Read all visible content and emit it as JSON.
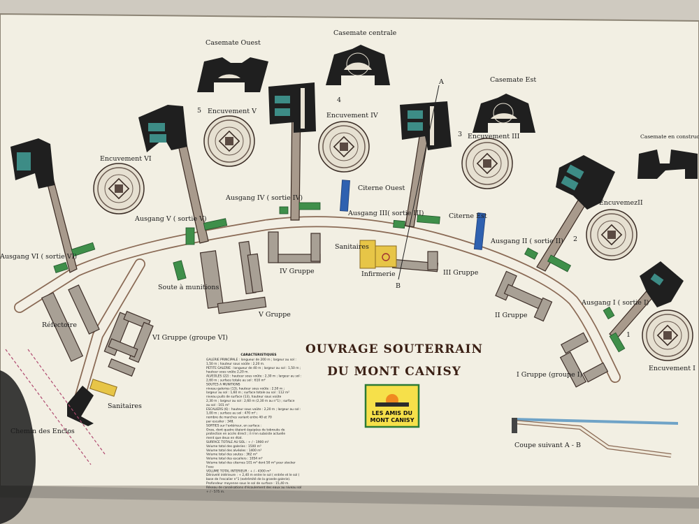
{
  "title": {
    "line1": "OUVRAGE SOUTERRAIN",
    "line2": "DU MONT CANISY"
  },
  "casemates": {
    "ouest": "Casemate Ouest",
    "centrale": "Casemate centrale",
    "est": "Casemate Est",
    "construction": "Casemate en construction"
  },
  "encuvements": {
    "vi": "Encuvement VI",
    "v": "Encuvement V",
    "iv": "Encuvement IV",
    "iii": "Encuvement III",
    "ii": "EncuvemezII",
    "i": "Encuvement I"
  },
  "exits": {
    "vi": "Ausgang VI ( sortie VI)",
    "v": "Ausgang V ( sortie V)",
    "iv": "Ausgang IV ( sortie IV)",
    "iii": "Ausgang III( sortie III)",
    "ii": "Ausgang II ( sortie II)",
    "i": "Ausgang I ( sortie I)"
  },
  "groups": {
    "iv": "IV Gruppe",
    "v": "V Gruppe",
    "iii": "III Gruppe",
    "ii": "II Gruppe",
    "vi": "VI Gruppe (groupe VI)",
    "i": "I Gruppe (groupe I)"
  },
  "places": {
    "citerne_ouest": "Citerne Ouest",
    "citerne_est": "Citerne Est",
    "sanitaires_1": "Sanitaires",
    "sanitaires_2": "Sanitaires",
    "infirmerie": "Infirmerie",
    "soute": "Soute à munitions",
    "refectoire": "Réfectoire",
    "chemin": "Chemin des Enclos",
    "coupe": "Coupe suivant A - B"
  },
  "section_markers": {
    "a": "A",
    "b": "B"
  },
  "numbers": {
    "n5": "5",
    "n4": "4",
    "n3": "3",
    "n2": "2",
    "n1": "1"
  },
  "characteristics": {
    "heading": "CARACTERISTIQUES",
    "lines": [
      "GALERIE PRINCIPALE : longueur de 200 m ; largeur au sol :",
      "1,50 m ; hauteur sous voûte : 2,20 m.",
      "PETITE GALERIE : longueur de 40 m ; largeur au sol : 1,50 m ;",
      "hauteur sous voûte 2,20 m.",
      "ALVEOLES (22) : hauteur sous voûte : 2,30 m ; largeur au sol :",
      "2,60 m ; surface totale au sol : 610 m²",
      "SOUTES A MUNITIONS",
      "niveau galeries (13), hauteur sous voûte : 2,50 m ;",
      "largeur au sol : 1,60 m ; surface totale au sol : 112 m²",
      "niveau puits de surface (13), hauteur sous voûte",
      "2,30 m ; largeur au sol : 2,60 m (2,30 m au n°1) ; surface",
      "au sol : 101 m²",
      "ESCALIERS (6) : hauteur sous voûte : 2,20 m ; largeur au sol :",
      "1,00 m ; surface au sol : 470 m² ;",
      "nombre de marches variant entre 40 et 70",
      "par escalier : 348.",
      "SORTIES sur l'extérieur, en surface :",
      "Onze, dont quatre étaient équipées de tobrouks de",
      "protection en accès direct ; il n'en subsiste actuelle",
      "ment que deux en état.",
      "SURFACE TOTALE AU SOL : + / - 1900 m²",
      "Volume total des galeries : 1500 m³",
      "Volume total des alvéoles : 1400 m³",
      "Volume total des soutes : 362 m³",
      "Volume total des escaliers : 1054 m³",
      "Volume total des citernes 101 m³ dont 50 m³ pour stocker",
      "l'eau",
      "VOLUME TOTAL INTERIEUR : + / - 4300 m³",
      "Dénivelé intérieure : + 2,40 m entre le sol ( entrée et le sol (",
      "base de l'escalier n°1 (extrémité de la grande galerie).",
      "Profondeur moyenne sous le sol de surface : 15,40 m.",
      "Réseau de canalisations d'écoulement des eaux au niveau sol",
      "+ / - 575 m."
    ]
  },
  "logo": {
    "line1": "LES AMIS DU",
    "line2": "MONT CANISY"
  },
  "colors": {
    "board": "#f2efe3",
    "frame": "#cfcac0",
    "gallery_edge": "#8a6a55",
    "bunker": "#1f1f1f",
    "teal": "#3d8c86",
    "ammo_green": "#3f8f4a",
    "cistern_blue": "#2f61b0",
    "sanitary_yellow": "#e7c547",
    "title": "#3a1f14"
  }
}
